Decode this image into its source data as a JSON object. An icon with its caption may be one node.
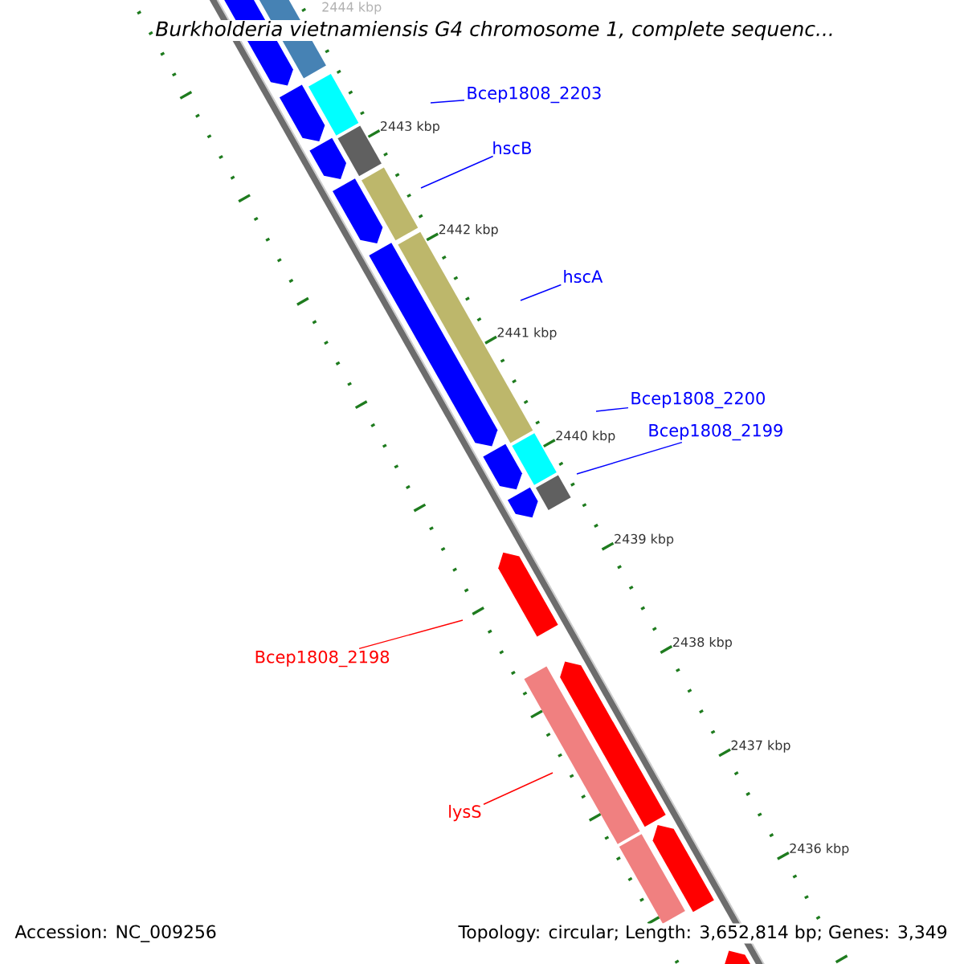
{
  "diagram": {
    "title": "*Burkholderia vietnamiensis* G4 chromosome 1, complete sequenc...",
    "nodes": [
      {
        "text": [
          "Bcep1808_2203"
        ]
      },
      {
        "text": [
          "hscB"
        ]
      },
      {
        "text": [
          "hscA"
        ]
      },
      {
        "text": [
          "Bcep1808_2200"
        ]
      },
      {
        "text": [
          "Bcep1808_2199"
        ]
      },
      {
        "text": [
          "Bcep1808_2198"
        ]
      },
      {
        "text": [
          "lysS"
        ]
      }
    ],
    "edges": [
      {
        "from": 0,
        "to": null,
        "arrow": "none"
      },
      {
        "from": 1,
        "to": null,
        "arrow": "none"
      },
      {
        "from": 2,
        "to": null,
        "arrow": "none"
      },
      {
        "from": 3,
        "to": null,
        "arrow": "none"
      },
      {
        "from": 4,
        "to": null,
        "arrow": "none"
      },
      {
        "from": 5,
        "to": null,
        "arrow": "none",
        "color": "#ff0000"
      },
      {
        "from": 6,
        "to": null,
        "arrow": "none",
        "color": "#ff0000"
      }
    ],
    "labels": [
      "2444 kbp",
      "2443 kbp",
      "2442 kbp",
      "2441 kbp",
      "2440 kbp",
      "2439 kbp",
      "2438 kbp",
      "2437 kbp",
      "2436 kbp",
      "Accession: NC_009256",
      "Topology: circular; Length: 3,652,814 bp; Genes: 3,349"
    ]
  }
}
